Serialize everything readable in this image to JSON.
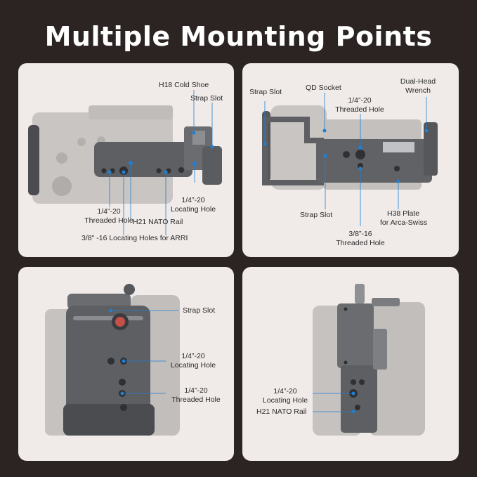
{
  "title": "Multiple Mounting Points",
  "panels": [
    {
      "labels": {
        "h18": "H18 Cold Shoe",
        "strap": "Strap Slot",
        "thread_a": "1/4”-20",
        "thread_b": "Threaded Hole",
        "nato": "H21 NATO Rail",
        "loc_a": "1/4”-20",
        "loc_b": "Locating Hole",
        "arri": "3/8\" -16 Locating Holes for ARRI"
      }
    },
    {
      "labels": {
        "strap_top": "Strap Slot",
        "qd": "QD Socket",
        "wrench_a": "Dual-Head",
        "wrench_b": "Wrench",
        "thread_a": "1/4”-20",
        "thread_b": "Threaded Hole",
        "strap_bottom": "Strap Slot",
        "plate_a": "H38 Plate",
        "plate_b": "for Arca-Swiss",
        "hole38_a": "3/8”-16",
        "hole38_b": "Threaded Hole"
      }
    },
    {
      "labels": {
        "strap": "Strap Slot",
        "loc_a": "1/4”-20",
        "loc_b": "Locating Hole",
        "thread_a": "1/4”-20",
        "thread_b": "Threaded Hole"
      }
    },
    {
      "labels": {
        "loc_a": "1/4”-20",
        "loc_b": "Locating Hole",
        "nato": "H21 NATO Rail"
      }
    }
  ],
  "colors": {
    "background": "#2b2422",
    "panel": "#f0ebe9",
    "callout_line": "#1f7fd3",
    "cage_metal": "#5d5f63"
  }
}
